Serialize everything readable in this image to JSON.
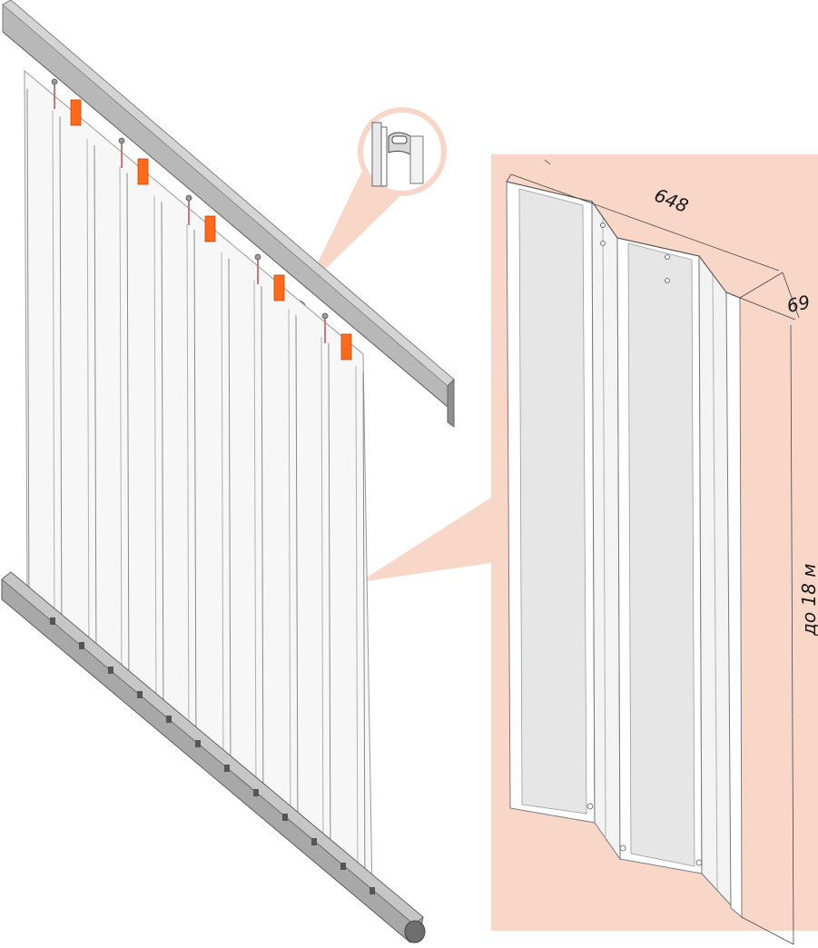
{
  "dimensions": {
    "width_label": "648",
    "depth_label": "69",
    "height_label": "до 18 м"
  },
  "colors": {
    "highlight_bg": "#f8d7c8",
    "rail": "#b5b5b5",
    "rail_dark": "#8f8f8f",
    "slat": "#ffffff",
    "slat_shadow": "#e6e6e6",
    "bracket": "#ff6a1a",
    "outline": "#8a8a8a"
  }
}
